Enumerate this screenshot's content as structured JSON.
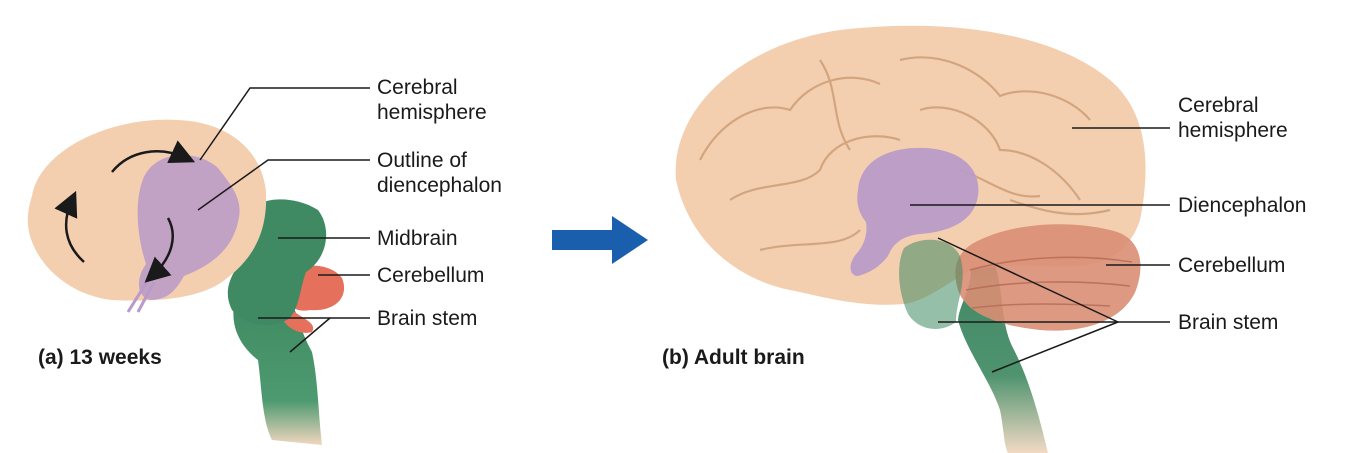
{
  "panel_a": {
    "caption": "(a) 13 weeks",
    "labels": {
      "cerebral_hemisphere": "Cerebral\nhemisphere",
      "outline_diencephalon": "Outline of\ndiencephalon",
      "midbrain": "Midbrain",
      "cerebellum": "Cerebellum",
      "brain_stem": "Brain stem"
    }
  },
  "panel_b": {
    "caption": "(b) Adult brain",
    "labels": {
      "cerebral_hemisphere": "Cerebral\nhemisphere",
      "diencephalon": "Diencephalon",
      "cerebellum": "Cerebellum",
      "brain_stem": "Brain stem"
    }
  },
  "colors": {
    "cerebrum": "#f3cfb0",
    "diencephalon": "#b99ac8",
    "brainstem": "#3f8a62",
    "cerebellum_fetal": "#e5705c",
    "cerebellum_adult": "#d98e74",
    "arrow": "#1a5fae"
  }
}
